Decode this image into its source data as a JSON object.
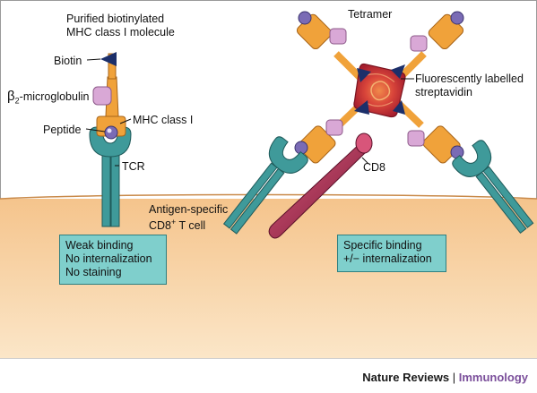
{
  "labels": {
    "purified_line1": "Purified biotinylated",
    "purified_line2": "MHC class I molecule",
    "biotin": "Biotin",
    "b2m_beta": "β",
    "b2m_sub": "2",
    "b2m_rest": "-microglobulin",
    "peptide": "Peptide",
    "mhc_class_i": "MHC class I",
    "tcr": "TCR",
    "tetramer": "Tetramer",
    "streptavidin_line1": "Fluorescently labelled",
    "streptavidin_line2": "streptavidin",
    "cd8": "CD8",
    "tcell_line1": "Antigen-specific",
    "tcell_line2_pre": "CD8",
    "tcell_line2_sup": "+",
    "tcell_line2_post": " T cell"
  },
  "weak_box": [
    "Weak binding",
    "No internalization",
    "No staining"
  ],
  "specific_box": [
    "Specific binding",
    "+/− internalization"
  ],
  "credit": {
    "journal": "Nature Reviews",
    "separator": " | ",
    "section": "Immunology"
  },
  "colors": {
    "cell_surface": "#f3c08a",
    "mhc_orange": "#f0a23a",
    "peptide_purple": "#7a6bb5",
    "b2m_pink": "#d9a8d6",
    "tcr_teal": "#3f9a9a",
    "streptavidin_red": "#c0303a",
    "biotin_navy": "#1c2f6a",
    "cd8_maroon": "#8a2040",
    "box_teal": "#7fcfcc",
    "immunology_purple": "#7b4f9b"
  }
}
